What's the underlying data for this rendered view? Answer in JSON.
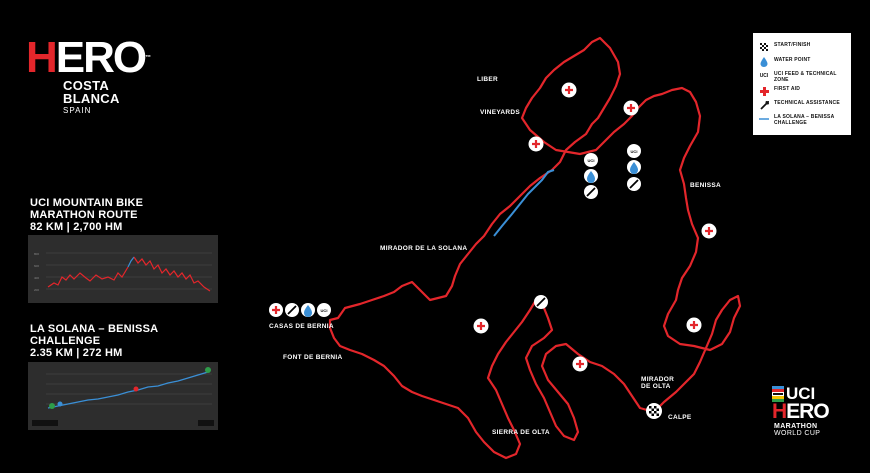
{
  "logo": {
    "hero": "HERO",
    "lines": [
      "COSTA",
      "BLANCA",
      "SPAIN"
    ]
  },
  "route1": {
    "lines": [
      "UCI MOUNTAIN BIKE",
      "MARATHON ROUTE",
      "82 KM | 2,700 HM"
    ]
  },
  "route2": {
    "lines": [
      "LA SOLANA – BENISSA",
      "CHALLENGE",
      "2.35 KM | 272 HM"
    ]
  },
  "legend": [
    {
      "icon": "checkered-flag-icon",
      "label": "START/FINISH"
    },
    {
      "icon": "water-drop-icon",
      "label": "WATER POINT"
    },
    {
      "icon": "uci-icon",
      "label": "UCI FEED & TECHNICAL ZONE",
      "icon_text": "UCI"
    },
    {
      "icon": "first-aid-cross-icon",
      "label": "FIRST AID"
    },
    {
      "icon": "wrench-icon",
      "label": "TECHNICAL ASSISTANCE"
    },
    {
      "icon": "blue-line-icon",
      "label": "LA SOLANA – BENISSA CHALLENGE"
    }
  ],
  "places": {
    "liber": "LIBER",
    "vineyards": "VINEYARDS",
    "benissa": "BENISSA",
    "mirador_solana": "MIRADOR DE LA SOLANA",
    "casas_bernia": "CASAS DE BERNIA",
    "font_bernia": "FONT DE BERNIA",
    "mirador_olta_1": "MIRADOR",
    "mirador_olta_2": "DE OLTA",
    "calpe": "CALPE",
    "sierra_olta": "SIERRA DE OLTA"
  },
  "uci_logo": {
    "uci": "UCI",
    "hero": "HERO",
    "line1": "MARATHON",
    "line2": "WORLD CUP"
  },
  "colors": {
    "route": "#e3262b",
    "challenge": "#3a8fd6",
    "background": "#000000"
  }
}
